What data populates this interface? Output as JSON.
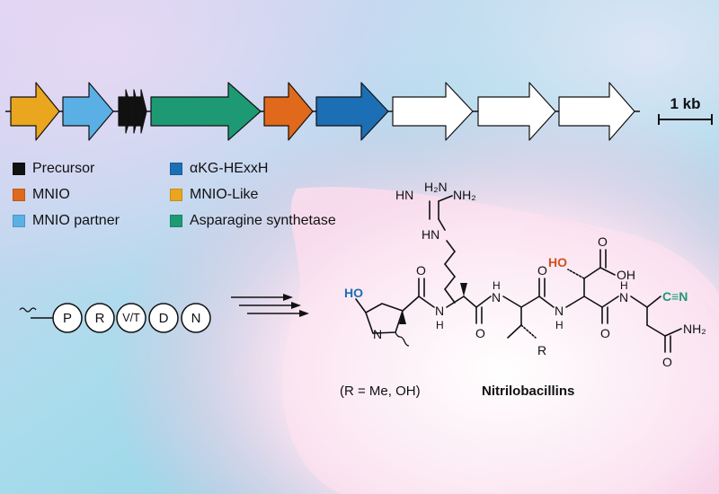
{
  "scale_bar": {
    "label": "1 kb"
  },
  "legend": {
    "items": [
      {
        "label": "Precursor",
        "color": "#111111"
      },
      {
        "label": "MNIO",
        "color": "#e0691b"
      },
      {
        "label": "MNIO partner",
        "color": "#5ab0e4"
      },
      {
        "label": "αKG-HExxH",
        "color": "#1c6fb4"
      },
      {
        "label": "MNIO-Like",
        "color": "#eaa61f"
      },
      {
        "label": "Asparagine synthetase",
        "color": "#1d9a74"
      }
    ]
  },
  "precursor_peptide": {
    "residues": [
      "P",
      "R",
      "V/T",
      "D",
      "N"
    ]
  },
  "structure": {
    "atoms": {
      "guanidine_nh2": "H₂N",
      "guanidine_nh2_right": "NH₂",
      "guanidine_nh_top": "HN",
      "guanidine_nh": "HN",
      "hydroxyl_proline": "HO",
      "amide_nh_1": "N",
      "amide_h_1": "H",
      "amide_nh_2": "N",
      "amide_h_2": "H",
      "amide_nh_3": "N",
      "amide_h_3": "H",
      "amide_nh_4": "N",
      "amide_h_4": "H",
      "pyrrolidine_n": "N",
      "carbonyl_o_1": "O",
      "carbonyl_o_2": "O",
      "carbonyl_o_3": "O",
      "carbonyl_o_4": "O",
      "carbonyl_o_5": "O",
      "acid_o": "O",
      "acid_oh": "OH",
      "hydroxyl_asp": "HO",
      "nitrile": "C≡N",
      "amide_nh2_terminal": "NH₂",
      "r_group": "R"
    },
    "r_definition": "(R = Me, OH)",
    "name": "Nitrilobacillins"
  },
  "colors": {
    "hydroxyl_proline": "#1c6fb4",
    "hydroxyl_asp": "#d2501c",
    "nitrile": "#1d9a74",
    "background_cyan": "#9fdbe8",
    "background_pink": "#f7c8e3"
  }
}
